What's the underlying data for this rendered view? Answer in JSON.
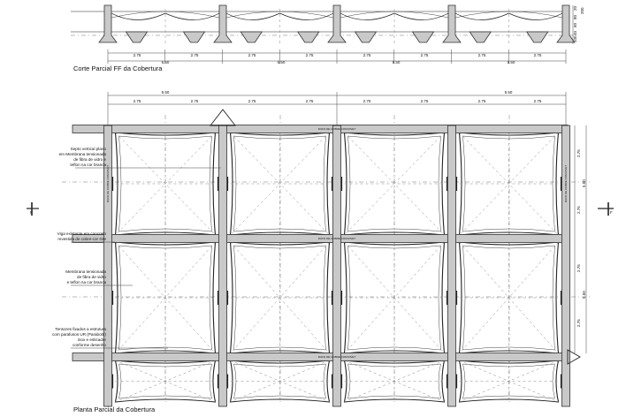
{
  "titles": {
    "section": "Corte Parcial FF da Cobertura",
    "plan": "Planta Parcial da Cobertura"
  },
  "section_dims": {
    "right_vertical": [
      "20",
      "80",
      "60",
      "40",
      "100",
      "200"
    ],
    "row_short": [
      "2.75",
      "2.75",
      "2.75",
      "2.75",
      "2.75",
      "2.75",
      "2.75",
      "2.75"
    ],
    "row_long": [
      "5.50",
      "5.50",
      "5.50",
      "5.50"
    ]
  },
  "plan_dims": {
    "top_long": [
      "5.50",
      "5.50"
    ],
    "top_short": [
      "2.75",
      "2.75",
      "2.75",
      "2.75",
      "2.75",
      "2.75",
      "2.75",
      "2.75"
    ],
    "right_short": [
      "2.75",
      "2.75",
      "2.75",
      "2.75"
    ],
    "right_long": [
      "5.50",
      "5.50"
    ]
  },
  "beam_text": "RUFO DE COBRE COM RIVET",
  "annotations": [
    {
      "lines": [
        "Septo vertical plano",
        "em Membrana tensionada",
        "de fibra de vidro e",
        "teflon na cor branca"
      ]
    },
    {
      "lines": [
        "Viga existente em concreto",
        "revestida de cobre-cor Gre"
      ]
    },
    {
      "lines": [
        "Membrana tensionada",
        "de fibra de vidro",
        "e teflon na cor branca"
      ]
    },
    {
      "lines": [
        "Tensores fixados a estrutura",
        "com parafusos UR (Paraboltr)",
        "inox e esticador",
        "conforme desenho"
      ]
    }
  ],
  "section_marker": "F"
}
